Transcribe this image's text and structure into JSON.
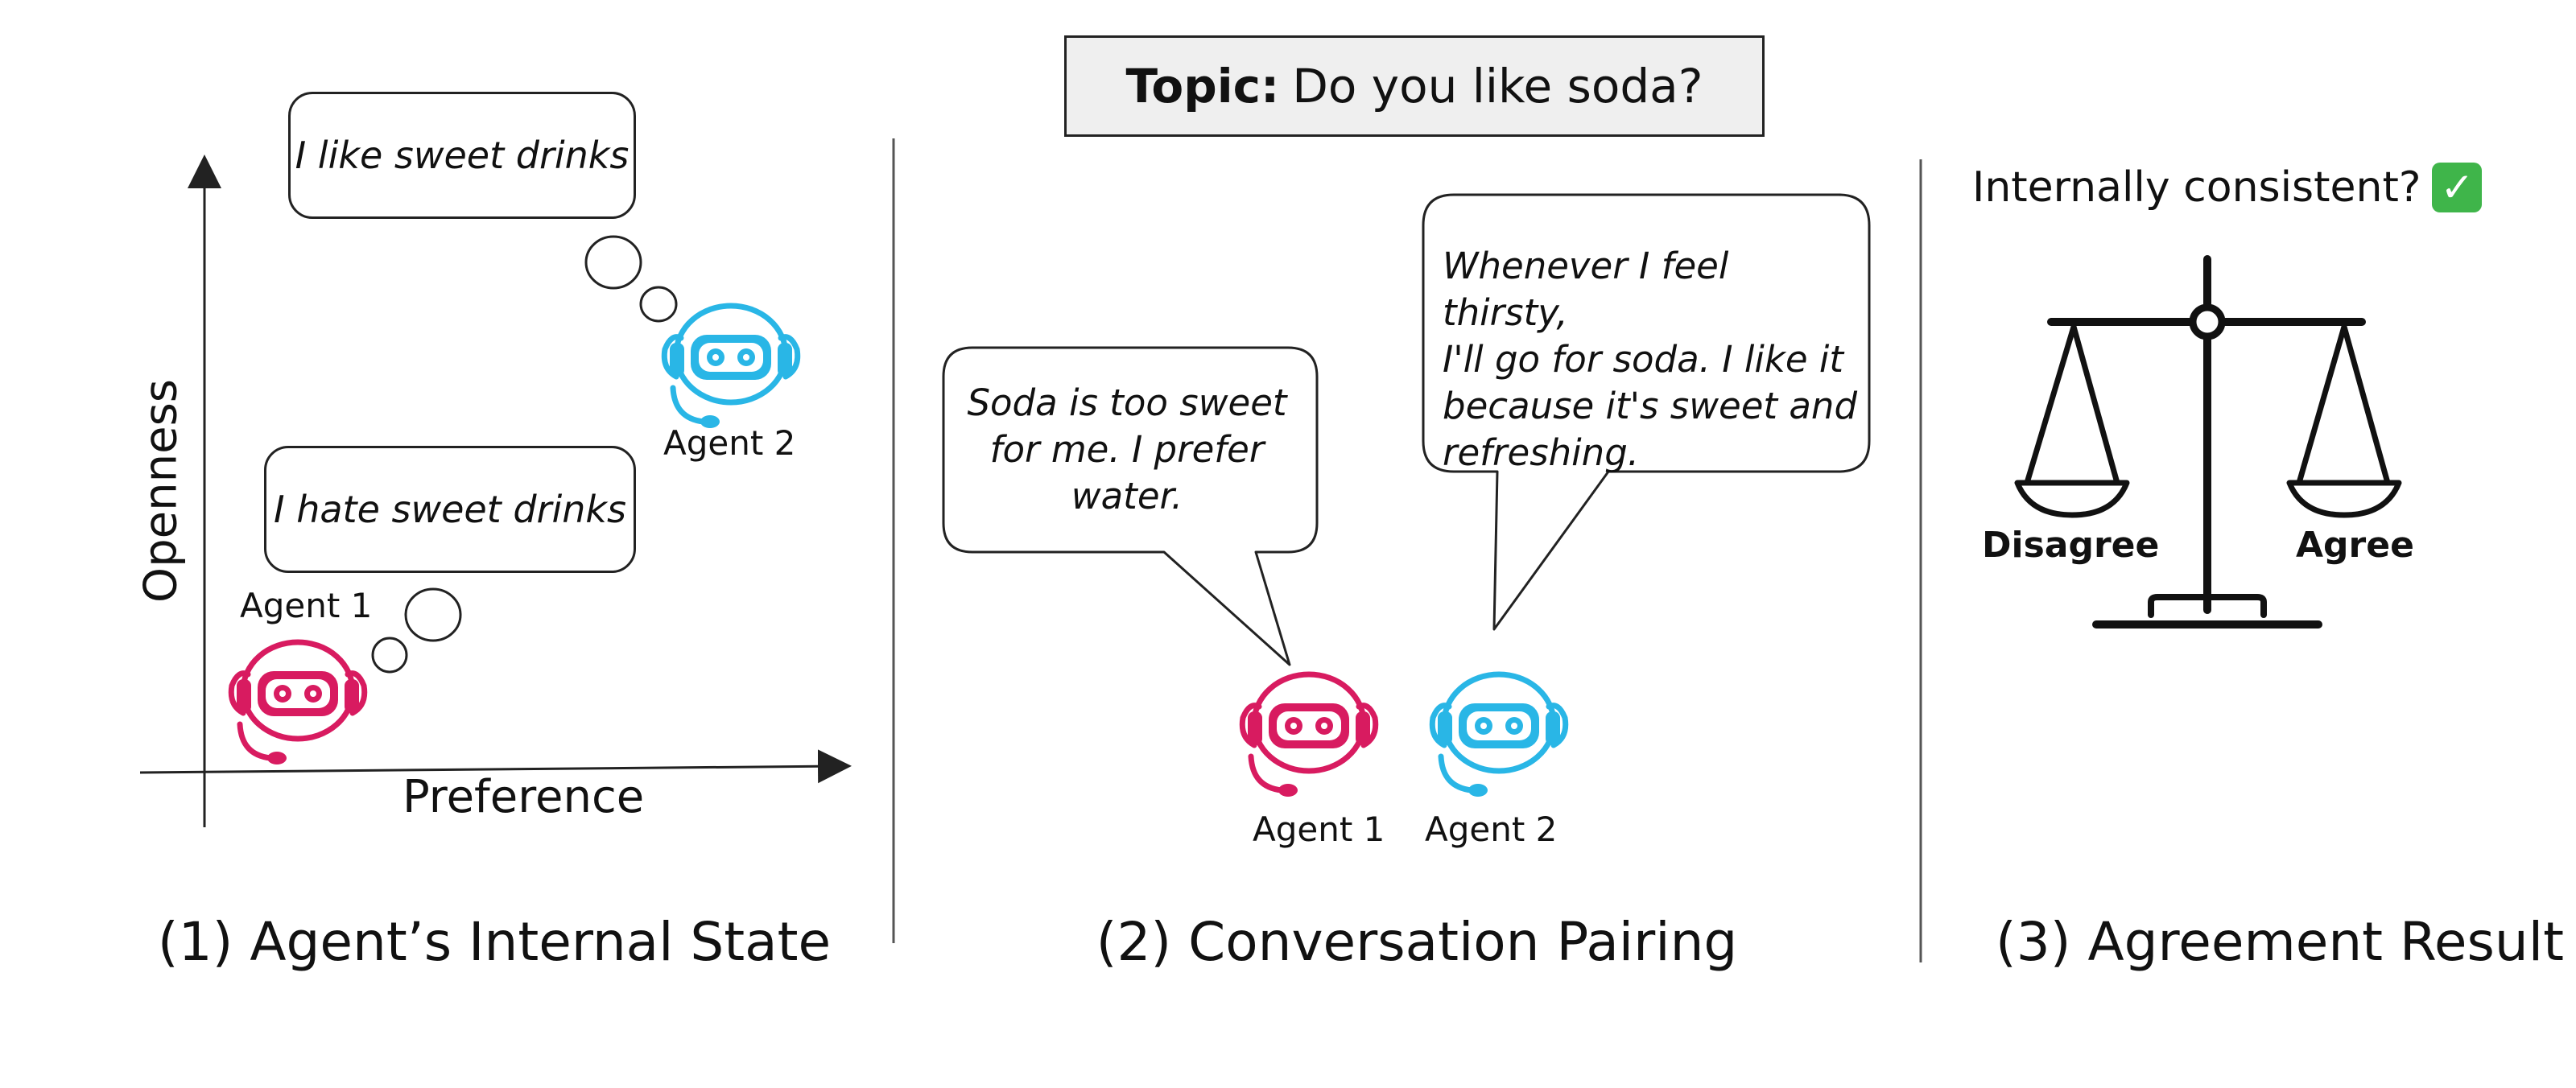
{
  "topic": {
    "prefix": "Topic:",
    "question": "Do you like soda?"
  },
  "panel1": {
    "caption": "(1) Agent’s Internal State",
    "y_axis_label": "Openness",
    "x_axis_label": "Preference",
    "agent1": {
      "name": "Agent 1",
      "thought": "I hate sweet drinks"
    },
    "agent2": {
      "name": "Agent 2",
      "thought": "I like sweet drinks"
    }
  },
  "panel2": {
    "caption": "(2) Conversation Pairing",
    "agent1": {
      "name": "Agent 1",
      "speech_lines": [
        "Soda is too sweet",
        "for me. I prefer",
        "water."
      ]
    },
    "agent2": {
      "name": "Agent 2",
      "speech_lines": [
        "Whenever I  feel thirsty,",
        "I'll go for soda. I like it",
        "because it's sweet and",
        "refreshing."
      ]
    }
  },
  "panel3": {
    "caption": "(3) Agreement Result",
    "question": "Internally consistent?",
    "check_icon": "check-mark-icon",
    "left_pan_label": "Disagree",
    "right_pan_label": "Agree"
  },
  "colors": {
    "agent1": "#d81b60",
    "agent2": "#29b6e6",
    "check": "#3fb54a",
    "ink": "#222222"
  }
}
